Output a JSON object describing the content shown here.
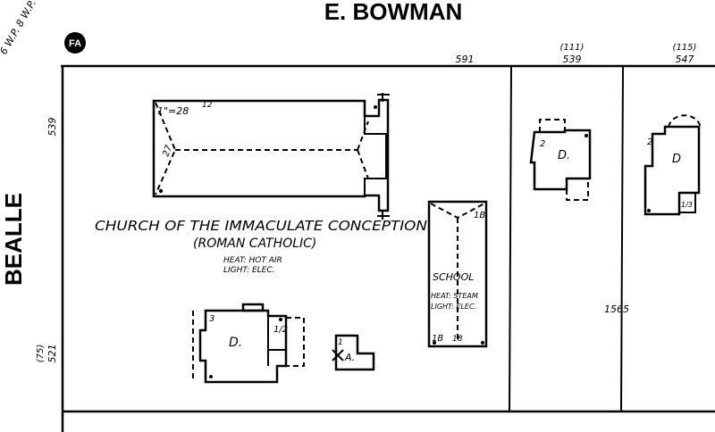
{
  "streets": {
    "top": "E. BOWMAN",
    "left": "BEALLE"
  },
  "corner_note": "6 W.P. 8 W.P.",
  "badge": "FA",
  "address_numbers": {
    "top_left": "591",
    "top_middle_old": "(111)",
    "top_middle": "539",
    "top_right_old": "(115)",
    "top_right": "547",
    "left_upper": "539",
    "left_lower_old": "(75)",
    "left_lower": "521",
    "lot_center": "1565"
  },
  "church": {
    "name": "CHURCH OF THE IMMACULATE CONCEPTION",
    "denomination": "(ROMAN CATHOLIC)",
    "heat": "HEAT: HOT AIR",
    "light": "LIGHT: ELEC.",
    "height_note": "1\"=28",
    "side_note": "27",
    "corner_mark": "12"
  },
  "school": {
    "label": "SCHOOL",
    "heat": "HEAT: STEAM",
    "light": "LIGHT: ELEC.",
    "top_mark": "1B",
    "bottom_left_mark": "1B",
    "bottom_mid_mark": "18"
  },
  "dwellings": {
    "lower_left": {
      "label": "D.",
      "story": "3",
      "porch": "1/2"
    },
    "upper_middle": {
      "label": "D.",
      "story": "2"
    },
    "upper_right": {
      "label": "D",
      "story": "2",
      "annex": "1/3"
    }
  },
  "auto_shed": {
    "label": "A.",
    "story": "1"
  }
}
